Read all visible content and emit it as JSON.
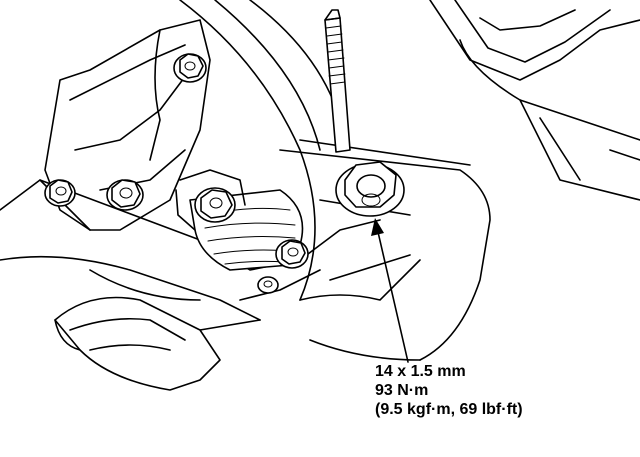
{
  "callout": {
    "line1": "14 x 1.5 mm",
    "line2": "93 N·m",
    "line3": "(9.5 kgf·m, 69 lbf·ft)"
  },
  "colors": {
    "ink": "#000000",
    "paper": "#ffffff"
  }
}
